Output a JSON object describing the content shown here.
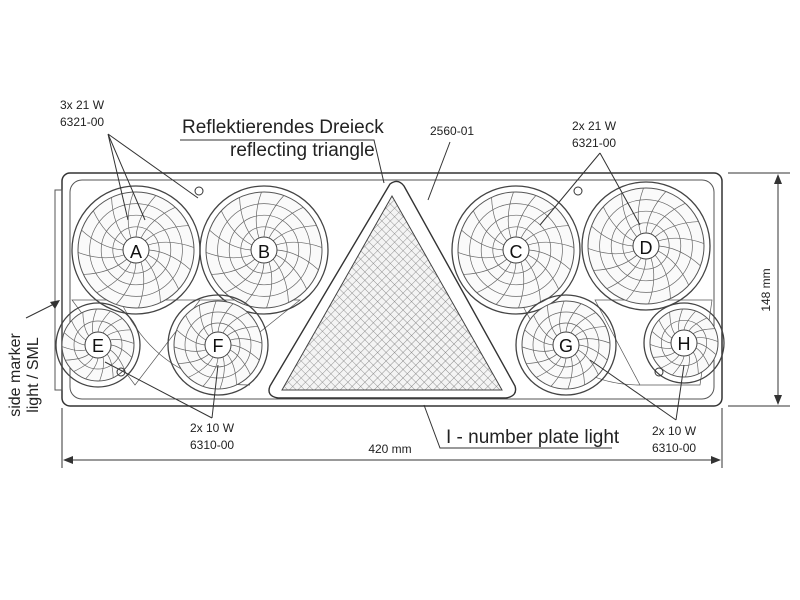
{
  "labels": {
    "abc_power": "3x 21 W",
    "abc_part": "6321-00",
    "triangle_de": "Reflektierendes Dreieck",
    "triangle_en": "reflecting triangle",
    "housing_part": "2560-01",
    "cd_power": "2x 21 W",
    "cd_part": "6321-00",
    "height_dim": "148 mm",
    "width_dim": "420 mm",
    "ef_power": "2x 10 W",
    "ef_part": "6310-00",
    "plate_light": "I - number plate light",
    "gh_power": "2x 10 W",
    "gh_part": "6310-00",
    "side_marker_1": "side marker",
    "side_marker_2": "light / SML"
  },
  "lamps": {
    "A": "A",
    "B": "B",
    "C": "C",
    "D": "D",
    "E": "E",
    "F": "F",
    "G": "G",
    "H": "H"
  }
}
